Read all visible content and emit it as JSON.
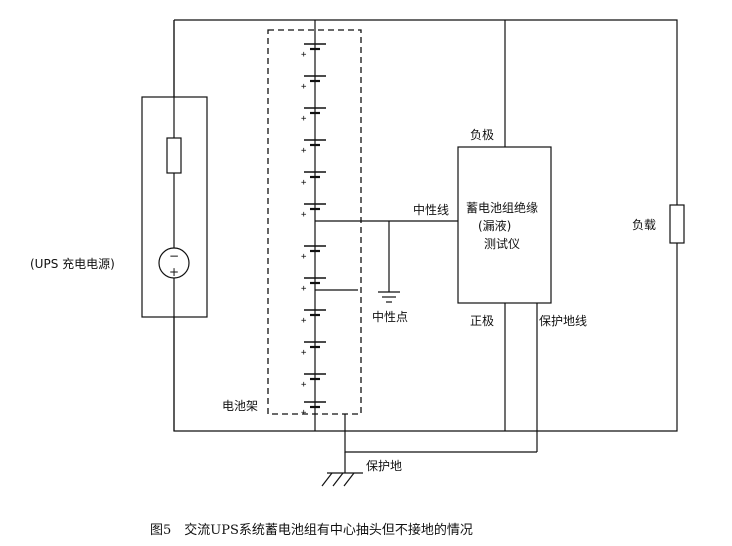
{
  "labels": {
    "ups": "(UPS 充电电源)",
    "rack": "电池架",
    "neutral_line": "中性线",
    "neutral_point": "中性点",
    "tester_line1": "蓄电池组绝缘",
    "tester_line2": "(漏液)",
    "tester_line3": "测试仪",
    "neg_pole": "负极",
    "pos_pole": "正极",
    "protect_ground_line": "保护地线",
    "load": "负载",
    "protect_ground": "保护地",
    "minus": "−",
    "plus": "+"
  },
  "caption": "图5　交流UPS系统蓄电池组有中心抽头但不接地的情况"
}
